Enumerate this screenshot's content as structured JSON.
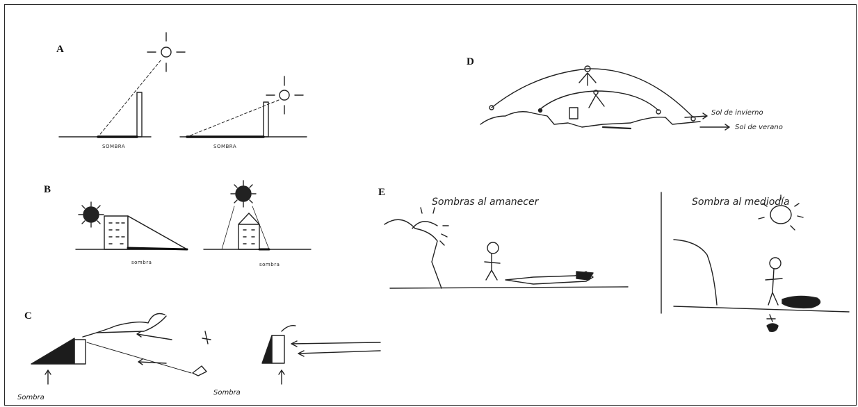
{
  "panels": {
    "A": {
      "letter": "A",
      "labels": [
        "SOMBRA",
        "SOMBRA"
      ]
    },
    "B": {
      "letter": "B",
      "labels": [
        "sombra",
        "sombra"
      ]
    },
    "C": {
      "letter": "C",
      "labels": [
        "Sombra",
        "Sombra"
      ]
    },
    "D": {
      "letter": "D",
      "labels": [
        "Sol de invierno",
        "Sol de verano"
      ]
    },
    "E": {
      "letter": "E",
      "titles": [
        "Sombras al amanecer",
        "Sombra al mediodía"
      ]
    }
  },
  "colors": {
    "ink": "#222222",
    "shadow_fill": "#1c1c1c",
    "border": "#2a2a2a"
  }
}
